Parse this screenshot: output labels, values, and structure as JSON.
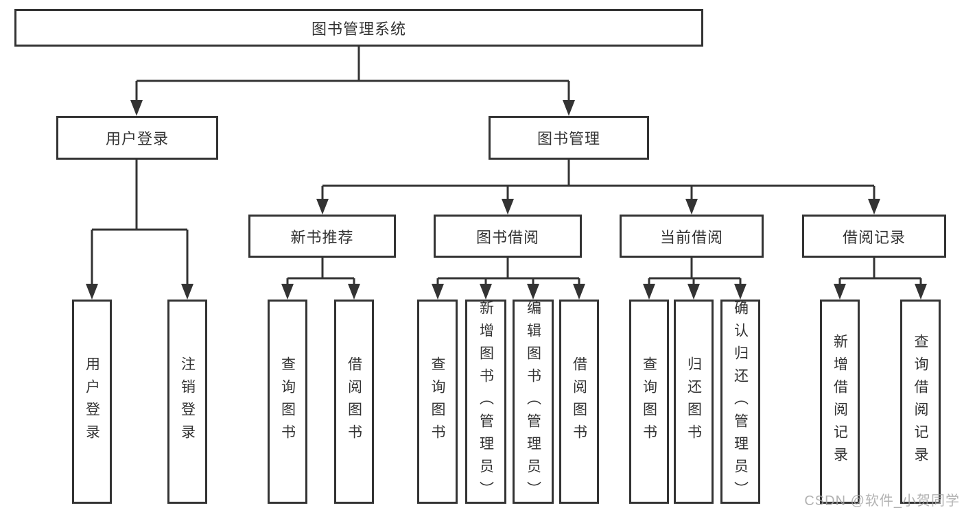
{
  "diagram": {
    "colors": {
      "line": "#333333",
      "text": "#333333",
      "box_background": "#ffffff",
      "watermark": "#a5a5a5"
    },
    "watermark": "CSDN @软件_小贺同学",
    "nodes": {
      "root": "图书管理系统",
      "user_login": "用户登录",
      "book_mgmt": "图书管理",
      "new_book_rec": "新书推荐",
      "book_borrow": "图书借阅",
      "current_borrow": "当前借阅",
      "borrow_records": "借阅记录",
      "leaf_user_login": "用户登录",
      "leaf_logout": "注销登录",
      "leaf_rec_query": "查询图书",
      "leaf_rec_borrow": "借阅图书",
      "leaf_bb_query": "查询图书",
      "leaf_bb_add": "新增图书（管理员）",
      "leaf_bb_edit": "编辑图书（管理员）",
      "leaf_bb_borrow": "借阅图书",
      "leaf_cb_query": "查询图书",
      "leaf_cb_return": "归还图书",
      "leaf_cb_confirm": "确认归还（管理员）",
      "leaf_br_add": "新增借阅记录",
      "leaf_br_query": "查询借阅记录"
    }
  }
}
